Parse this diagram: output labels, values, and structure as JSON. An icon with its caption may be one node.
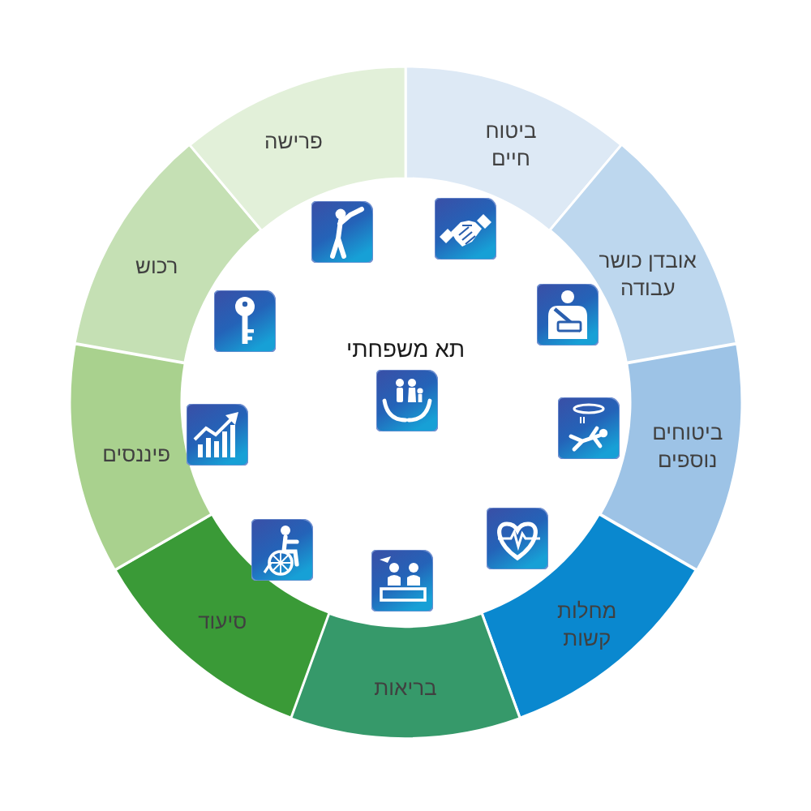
{
  "diagram": {
    "nodes": [
      {
        "text": [
          "ביטוח חיים"
        ]
      },
      {
        "text": [
          "אובדן כושר עבודה"
        ]
      },
      {
        "text": [
          "ביטוחים נוספים"
        ]
      },
      {
        "text": [
          "מחלות קשות"
        ]
      },
      {
        "text": [
          "בריאות"
        ]
      },
      {
        "text": [
          "סיעוד"
        ]
      },
      {
        "text": [
          "פיננסים"
        ]
      },
      {
        "text": [
          "רכוש"
        ]
      },
      {
        "text": [
          "פרישה"
        ]
      }
    ],
    "labels": [
      "תא משפחתי"
    ]
  }
}
